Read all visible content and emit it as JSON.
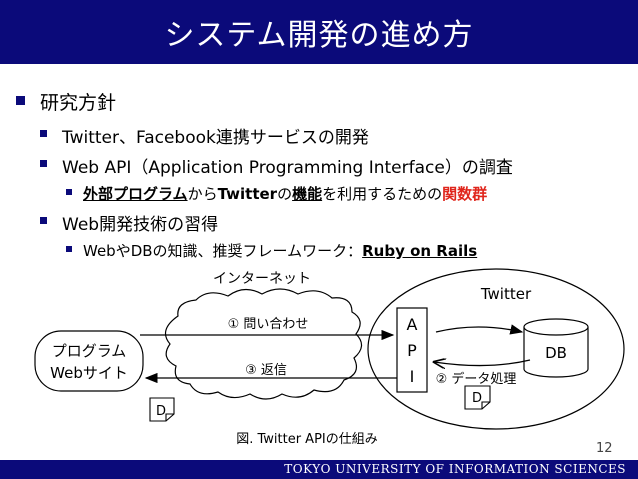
{
  "slide": {
    "title": "システム開発の進め方",
    "page_number": "12",
    "footer": "TOKYO UNIVERSITY OF INFORMATION SCIENCES"
  },
  "bullets": {
    "b1": "研究方針",
    "b1_1": "Twitter、Facebook連携サービスの開発",
    "b1_2": "Web API（Application Programming Interface）の調査",
    "b1_2_1a": "外部プログラム",
    "b1_2_1b": "から",
    "b1_2_1c": "Twitter",
    "b1_2_1d": "の",
    "b1_2_1e": "機能",
    "b1_2_1f": "を利用するための",
    "b1_2_1g": "関数群",
    "b2": "Web開発技術の習得",
    "b2_1a": "WebやDBの知識、推奨フレームワーク：",
    "b2_1b": "Ruby on Rails"
  },
  "diagram": {
    "internet_label": "インターネット",
    "twitter_label": "Twitter",
    "program_line1": "プログラム",
    "program_line2": "Webサイト",
    "api_a": "A",
    "api_p": "P",
    "api_i": "I",
    "db_label": "DB",
    "step1": "① 問い合わせ",
    "step2": "② データ処理",
    "step3": "③ 返信",
    "doc_left": "D",
    "doc_right": "D",
    "caption": "図. Twitter APIの仕組み"
  }
}
